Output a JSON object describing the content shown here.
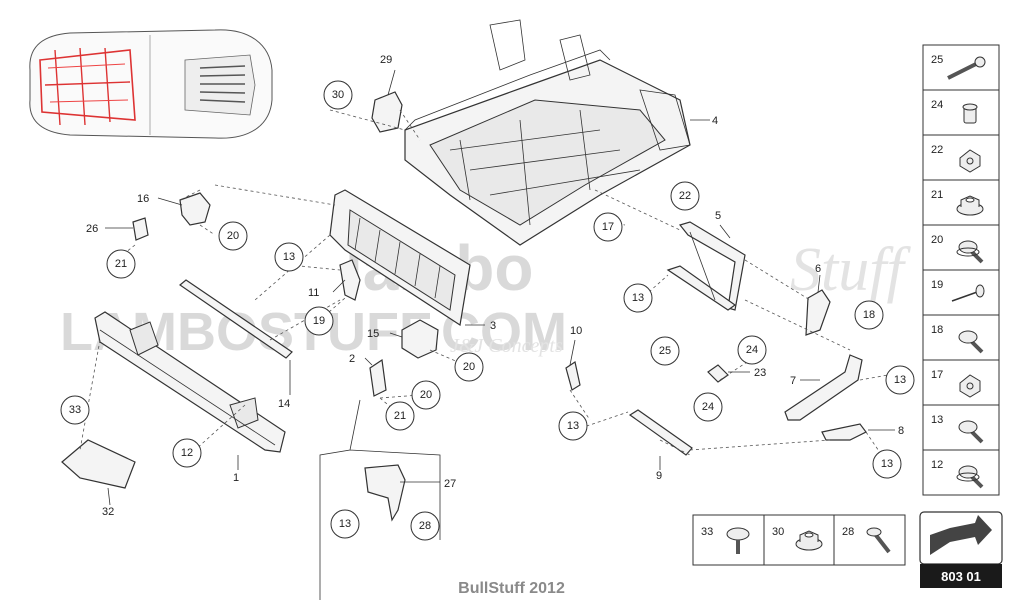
{
  "watermark": {
    "main": "LAMBOSTUFF.COM",
    "script": "Stuff",
    "sub": "J&J Concepts",
    "logo": "lambo"
  },
  "footer": "BullStuff 2012",
  "page_number": "803 01",
  "callouts": [
    {
      "id": "c-29",
      "text": "29"
    },
    {
      "id": "c-4",
      "text": "4"
    },
    {
      "id": "c-16",
      "text": "16"
    },
    {
      "id": "c-26",
      "text": "26"
    },
    {
      "id": "c-11",
      "text": "11"
    },
    {
      "id": "c-3",
      "text": "3"
    },
    {
      "id": "c-15",
      "text": "15"
    },
    {
      "id": "c-2",
      "text": "2"
    },
    {
      "id": "c-14",
      "text": "14"
    },
    {
      "id": "c-1",
      "text": "1"
    },
    {
      "id": "c-32",
      "text": "32"
    },
    {
      "id": "c-27",
      "text": "27"
    },
    {
      "id": "c-5",
      "text": "5"
    },
    {
      "id": "c-6",
      "text": "6"
    },
    {
      "id": "c-10",
      "text": "10"
    },
    {
      "id": "c-23",
      "text": "23"
    },
    {
      "id": "c-7",
      "text": "7"
    },
    {
      "id": "c-8",
      "text": "8"
    },
    {
      "id": "c-9",
      "text": "9"
    }
  ],
  "circles": [
    {
      "id": "o-30",
      "text": "30"
    },
    {
      "id": "o-20a",
      "text": "20"
    },
    {
      "id": "o-21a",
      "text": "21"
    },
    {
      "id": "o-13a",
      "text": "13"
    },
    {
      "id": "o-19",
      "text": "19"
    },
    {
      "id": "o-20b",
      "text": "20"
    },
    {
      "id": "o-20c",
      "text": "20"
    },
    {
      "id": "o-21b",
      "text": "21"
    },
    {
      "id": "o-33",
      "text": "33"
    },
    {
      "id": "o-12",
      "text": "12"
    },
    {
      "id": "o-13b",
      "text": "13"
    },
    {
      "id": "o-28",
      "text": "28"
    },
    {
      "id": "o-22",
      "text": "22"
    },
    {
      "id": "o-17",
      "text": "17"
    },
    {
      "id": "o-13c",
      "text": "13"
    },
    {
      "id": "o-18",
      "text": "18"
    },
    {
      "id": "o-25",
      "text": "25"
    },
    {
      "id": "o-24a",
      "text": "24"
    },
    {
      "id": "o-24b",
      "text": "24"
    },
    {
      "id": "o-13d",
      "text": "13"
    },
    {
      "id": "o-13e",
      "text": "13"
    },
    {
      "id": "o-13f",
      "text": "13"
    }
  ],
  "legend_right": [
    {
      "number": "25",
      "icon": "long-bolt-icon"
    },
    {
      "number": "24",
      "icon": "rivet-nut-icon"
    },
    {
      "number": "22",
      "icon": "clip-nut-icon"
    },
    {
      "number": "21",
      "icon": "hex-flange-nut-icon"
    },
    {
      "number": "20",
      "icon": "flange-bolt-icon"
    },
    {
      "number": "19",
      "icon": "blind-rivet-icon"
    },
    {
      "number": "18",
      "icon": "hex-bolt-icon"
    },
    {
      "number": "17",
      "icon": "clip-nut-icon"
    },
    {
      "number": "13",
      "icon": "torx-bolt-icon"
    },
    {
      "number": "12",
      "icon": "washer-bolt-icon"
    }
  ],
  "legend_bottom": [
    {
      "number": "33",
      "icon": "pan-head-screw-icon"
    },
    {
      "number": "30",
      "icon": "flange-nut-icon"
    },
    {
      "number": "28",
      "icon": "short-bolt-icon"
    }
  ]
}
